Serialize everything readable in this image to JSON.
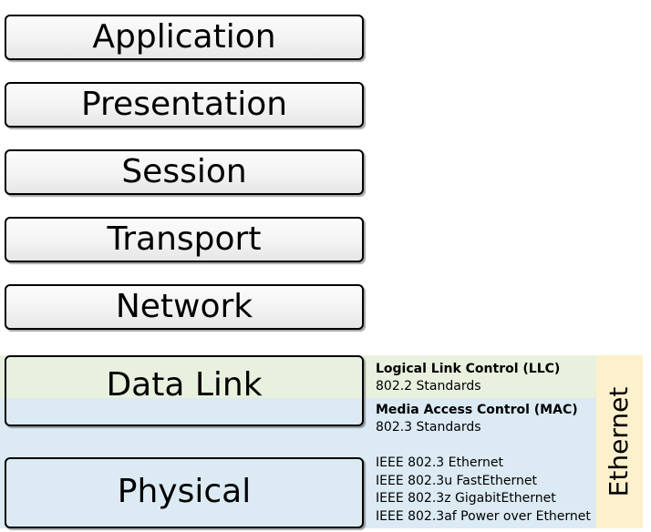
{
  "layers": {
    "application": "Application",
    "presentation": "Presentation",
    "session": "Session",
    "transport": "Transport",
    "network": "Network",
    "data_link": "Data Link",
    "physical": "Physical"
  },
  "sublayers": {
    "llc": {
      "title": "Logical Link Control (LLC)",
      "standards": "802.2 Standards"
    },
    "mac": {
      "title": "Media Access Control (MAC)",
      "standards": "802.3 Standards"
    }
  },
  "physical_standards": [
    "IEEE 802.3 Ethernet",
    "IEEE 802.3u FastEthernet",
    "IEEE 802.3z GigabitEthernet",
    "IEEE 802.3af Power over Ethernet"
  ],
  "ethernet_label": "Ethernet",
  "colors": {
    "llc_band": "#e8f0de",
    "mac_band": "#dbeaf3",
    "ethernet_column": "#fdf0cc",
    "layer_border": "#000000"
  }
}
